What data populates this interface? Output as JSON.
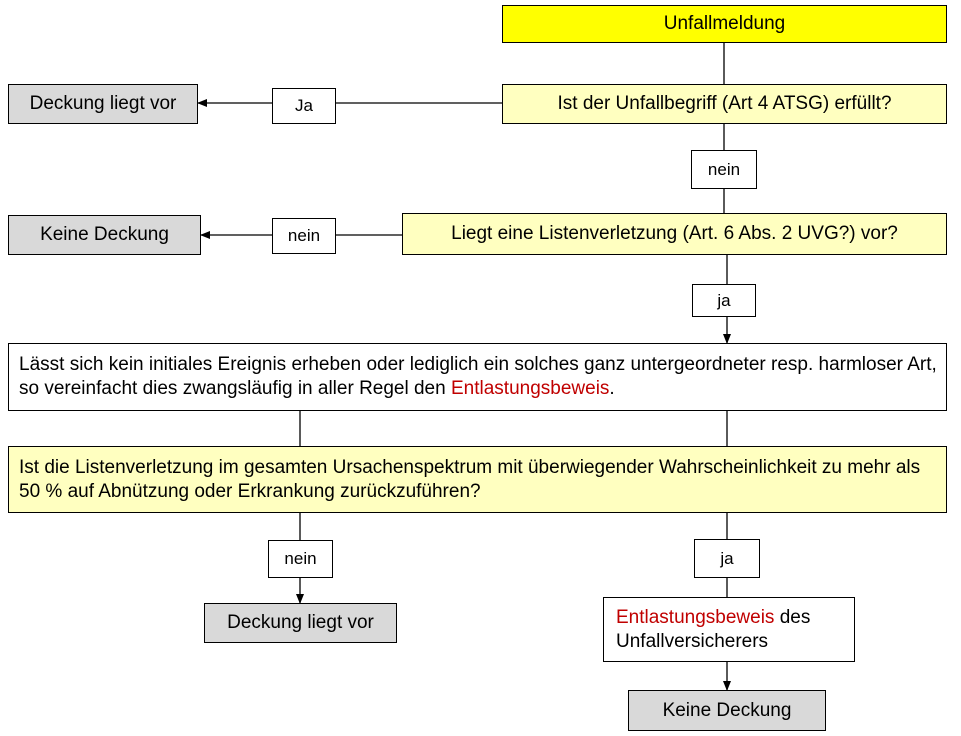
{
  "nodes": {
    "start": "Unfallmeldung",
    "q1": "Ist der Unfallbegriff (Art 4 ATSG) erfüllt?",
    "q1_yes_label": "Ja",
    "q1_yes_result": "Deckung liegt vor",
    "q1_no_label": "nein",
    "q2": "Liegt eine Listenverletzung (Art. 6 Abs. 2 UVG?) vor?",
    "q2_no_label": "nein",
    "q2_no_result": "Keine Deckung",
    "q2_yes_label": "ja",
    "note_text_1": "Lässt sich kein initiales Ereignis erheben oder lediglich ein solches ganz untergeordneter resp. harmloser Art, so vereinfacht dies zwangsläufig in aller Regel den ",
    "note_highlight": "Entlastungsbeweis",
    "note_text_2": ".",
    "q3": "Ist die Listenverletzung im gesamten Ursachenspektrum mit überwiegender Wahrscheinlichkeit zu mehr als 50 % auf Abnützung oder Erkrankung zurückzuführen?",
    "q3_no_label": "nein",
    "q3_no_result": "Deckung liegt vor",
    "q3_yes_label": "ja",
    "proof_highlight": "Entlastungsbeweis",
    "proof_text": " des Unfallversicherers",
    "final_result": "Keine Deckung"
  },
  "colors": {
    "start_fill": "#ffff00",
    "question_fill": "#ffffc0",
    "result_fill": "#d9d9d9",
    "highlight_text": "#c00000"
  }
}
